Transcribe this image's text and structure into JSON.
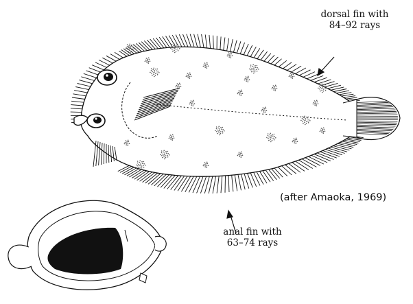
{
  "annotations": {
    "dorsal": {
      "line1": "dorsal fin with",
      "line2": "84–92 rays"
    },
    "anal": {
      "line1": "anal fin with",
      "line2": "63–74 rays"
    }
  },
  "credit": "(after Amaoka, 1969)",
  "colors": {
    "ink": "#111111",
    "paper": "#ffffff",
    "stipple": "#555555"
  }
}
